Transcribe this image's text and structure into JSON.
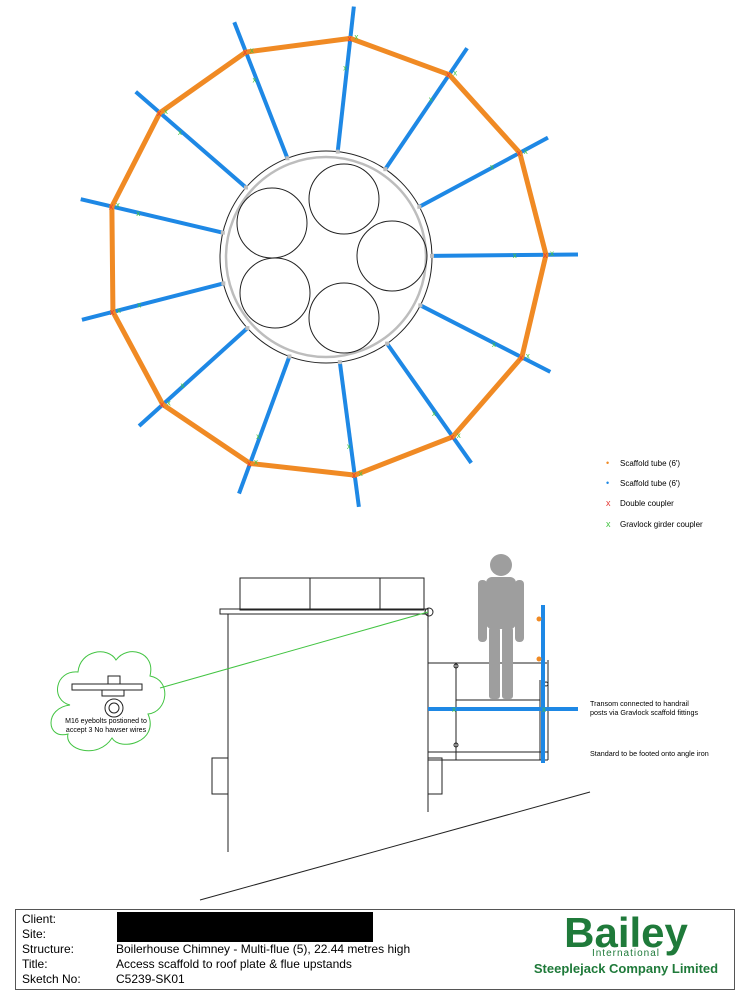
{
  "legend": [
    {
      "label": "Scaffold tube (6')",
      "symbol": "•",
      "color": "#f08a24"
    },
    {
      "label": "Scaffold tube (6')",
      "symbol": "•",
      "color": "#1e88e5"
    },
    {
      "label": "Double coupler",
      "symbol": "x",
      "color": "#e53935"
    },
    {
      "label": "Gravlock girder coupler",
      "symbol": "x",
      "color": "#43c443"
    }
  ],
  "notes": {
    "transom": [
      "Transom connected to handrail",
      "posts via Gravlock scaffold fittings"
    ],
    "standard": "Standard to be footed onto angle iron",
    "eyebolts": [
      "M16 eyebolts postioned to",
      "accept 3 No hawser wires"
    ]
  },
  "title_block": {
    "client_label": "Client:",
    "site_label": "Site:",
    "structure_label": "Structure:",
    "structure_value": "Boilerhouse Chimney - Multi-flue (5), 22.44 metres high",
    "title_label": "Title:",
    "title_value": "Access scaffold to roof plate & flue upstands",
    "sketch_label": "Sketch No:",
    "sketch_value": "C5239-SK01"
  },
  "logo": {
    "name": "Bailey",
    "sub": "International",
    "company": "Steeplejack Company Limited"
  },
  "colors": {
    "orange": "#f08a24",
    "blue": "#1e88e5",
    "red": "#e53935",
    "green": "#43c443",
    "gray": "#bdbdbd",
    "brand": "#1f7a3a"
  }
}
